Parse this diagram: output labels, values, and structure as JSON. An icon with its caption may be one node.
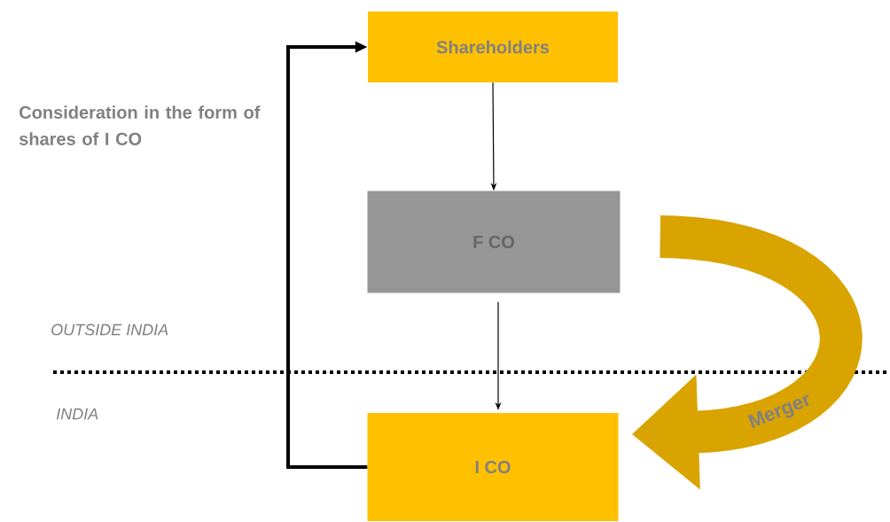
{
  "diagram": {
    "nodes": [
      {
        "text": [
          "Shareholders"
        ]
      },
      {
        "text": [
          "F CO"
        ]
      },
      {
        "text": [
          "I CO"
        ]
      }
    ],
    "edges": [
      {
        "from": 0,
        "to": 1,
        "arrow": "to"
      },
      {
        "from": 1,
        "to": 2,
        "arrow": "to"
      },
      {
        "from": 2,
        "to": 0,
        "arrow": "to",
        "style": "thick",
        "label": "Consideration in the form of shares of  I CO"
      },
      {
        "from": 1,
        "to": 2,
        "arrow": "to",
        "style": "thick",
        "color": "#d9a300",
        "label": "Merger"
      }
    ],
    "labels": [
      "OUTSIDE INDIA",
      "INDIA"
    ]
  }
}
